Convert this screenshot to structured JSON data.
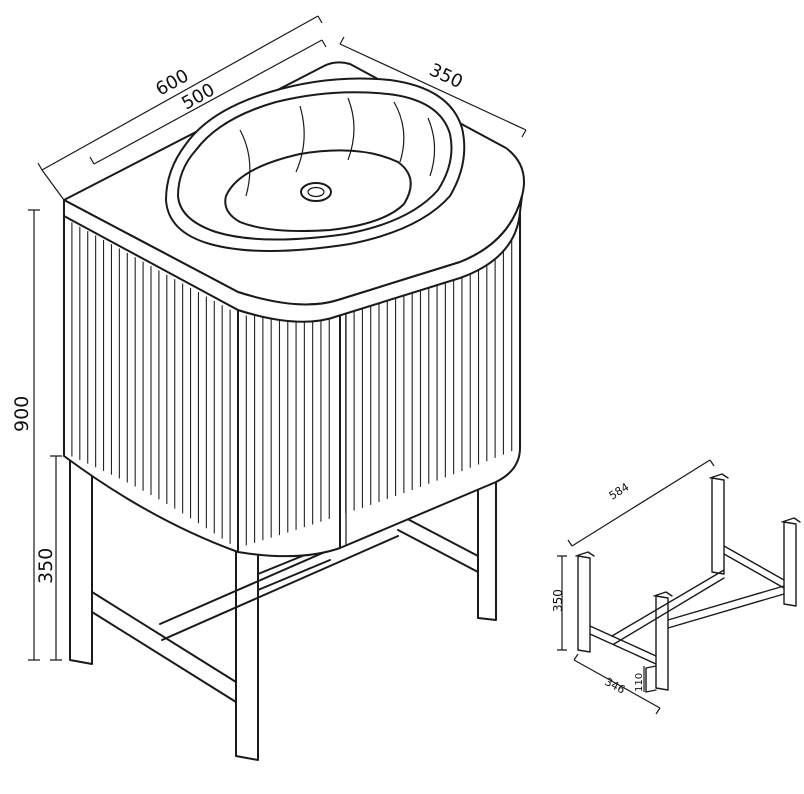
{
  "main_drawing": {
    "dimensions": {
      "top_width": "600",
      "basin_width": "500",
      "top_depth": "350",
      "total_height": "900",
      "leg_height": "350"
    }
  },
  "frame_drawing": {
    "dimensions": {
      "frame_width": "584",
      "frame_height": "350",
      "frame_depth": "346",
      "foot_height": "110"
    }
  }
}
